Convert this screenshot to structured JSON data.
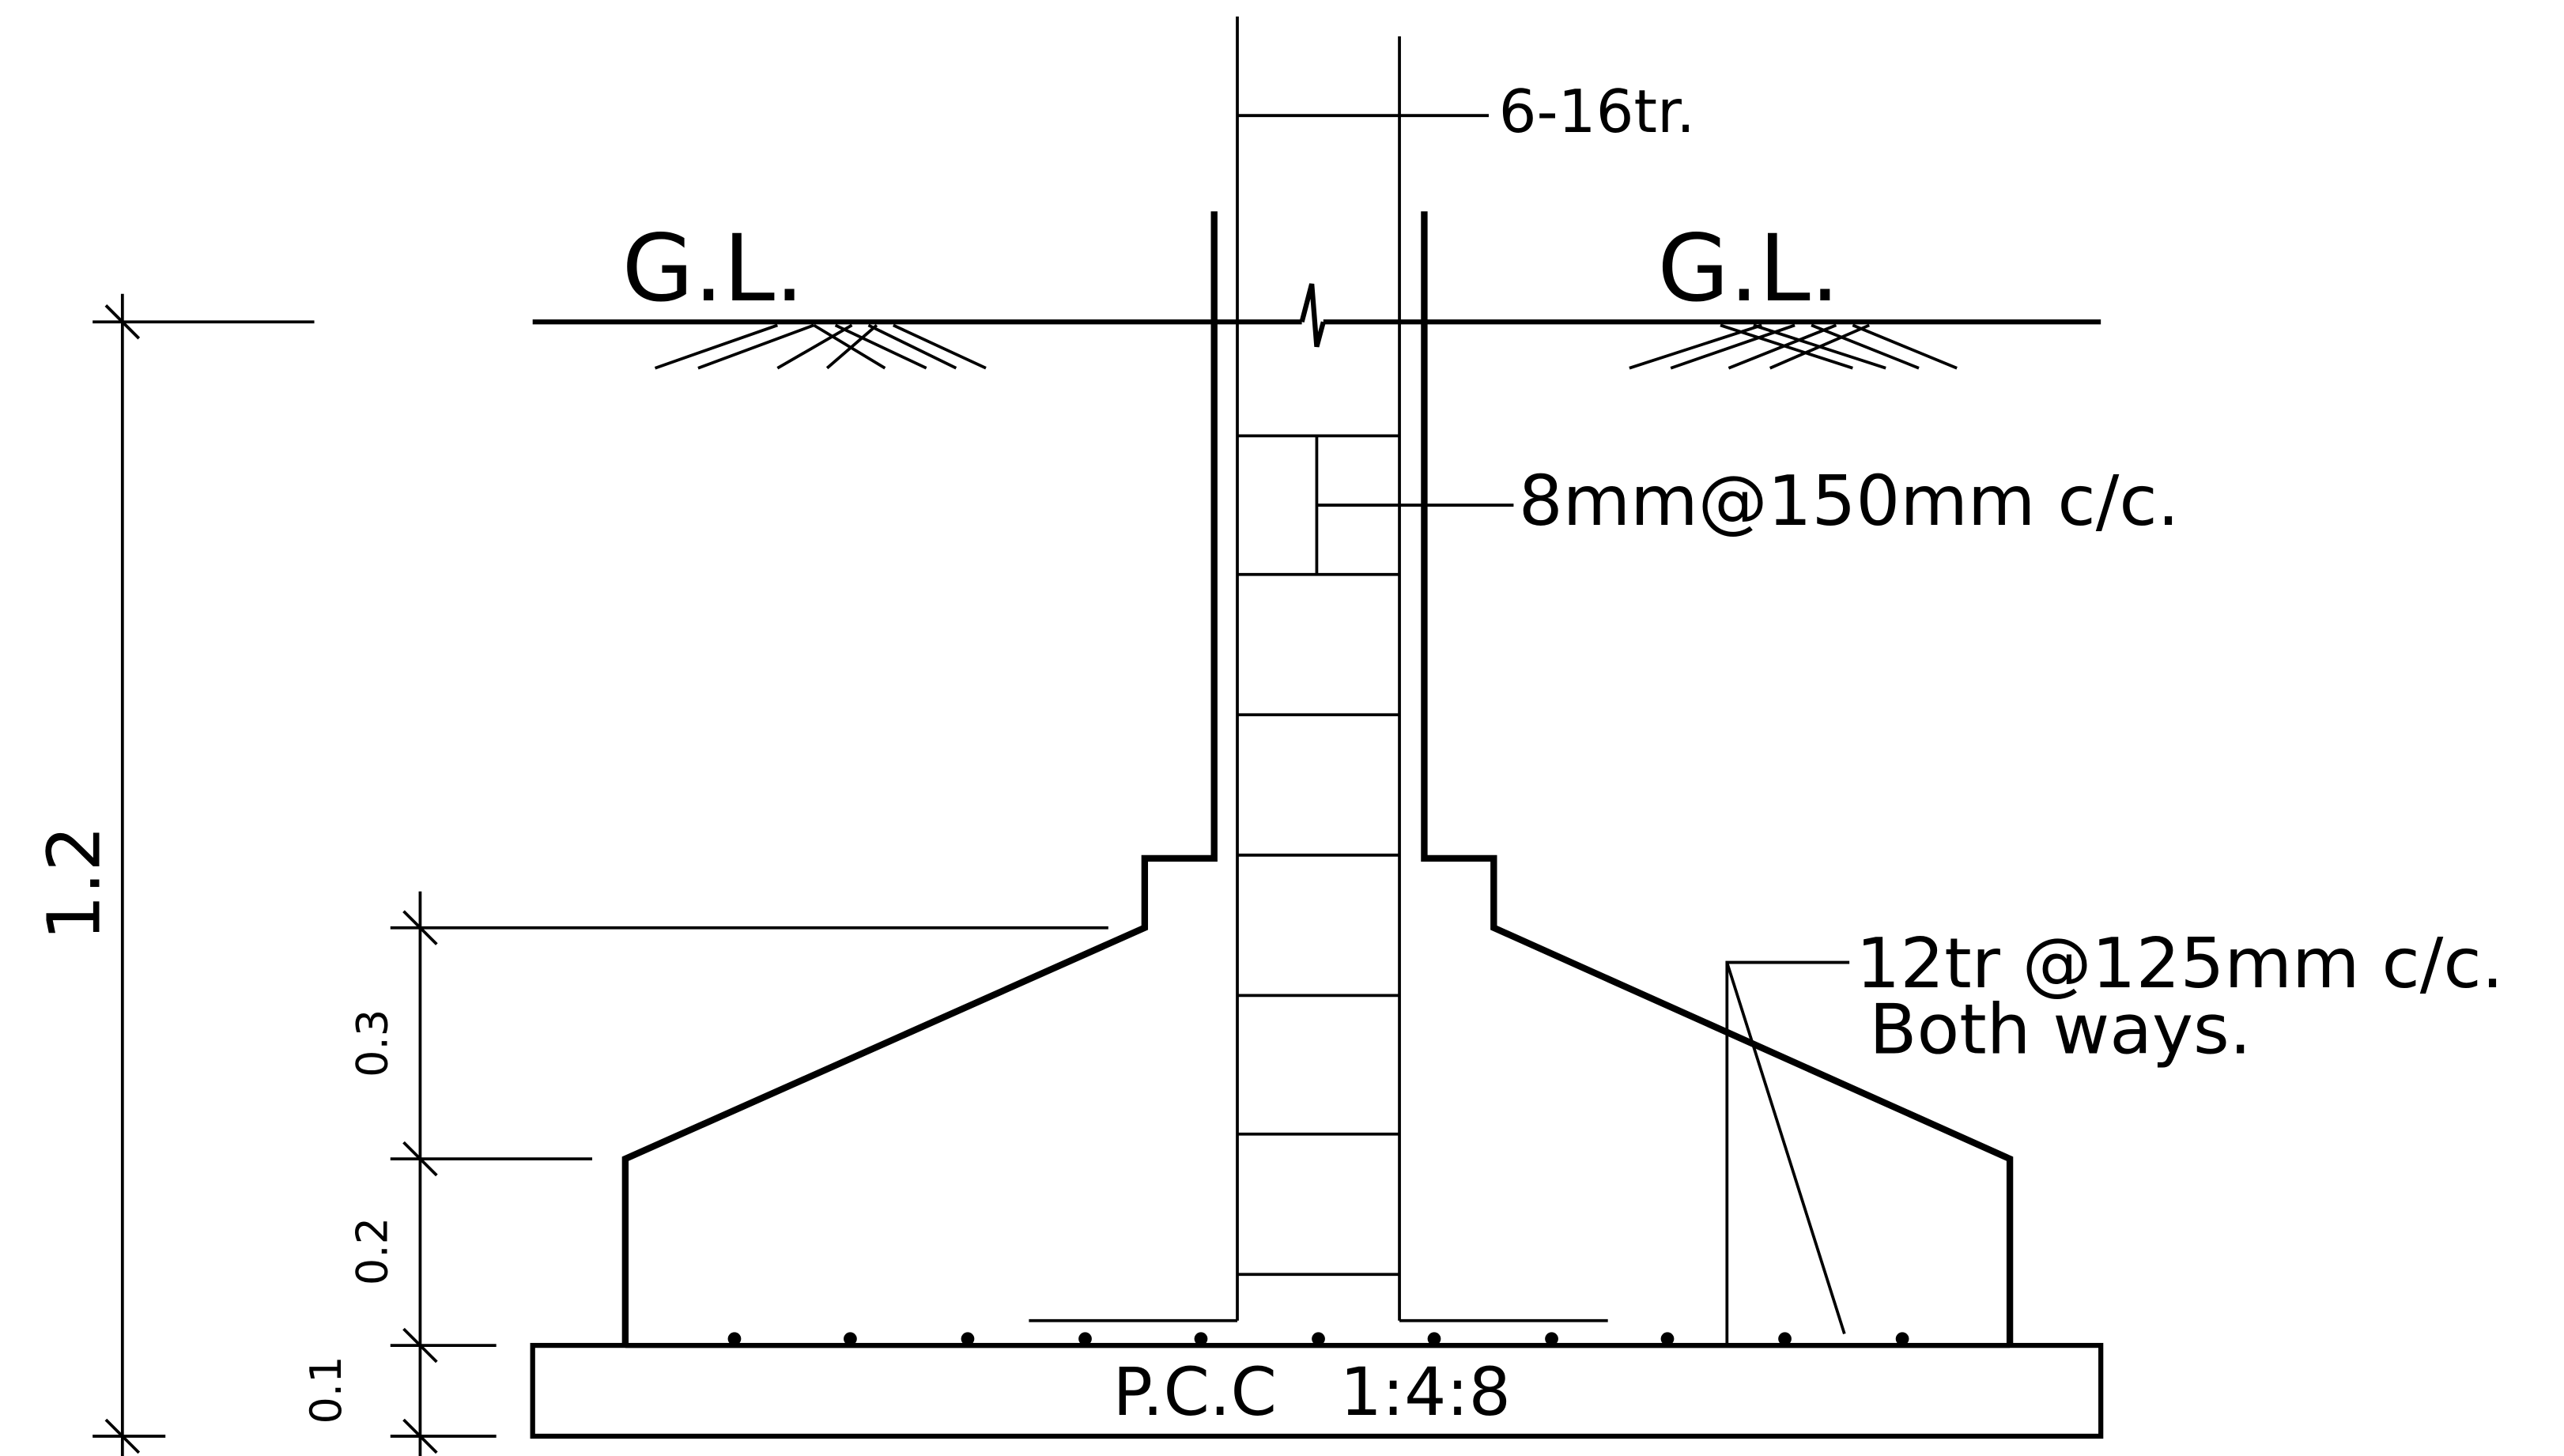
{
  "labels": {
    "ground_level_left": "G.L.",
    "ground_level_right": "G.L.",
    "main_bars": "6-16tr.",
    "ties": "8mm@150mm c/c.",
    "base_bars_line1": "12tr @125mm c/c.",
    "base_bars_line2": "Both ways.",
    "pcc": "P.C.C   1:4:8"
  },
  "dimensions": {
    "total_depth": "1.2",
    "sloped_part": "0.3",
    "base_thickness": "0.2",
    "pcc_thickness": "0.1"
  }
}
